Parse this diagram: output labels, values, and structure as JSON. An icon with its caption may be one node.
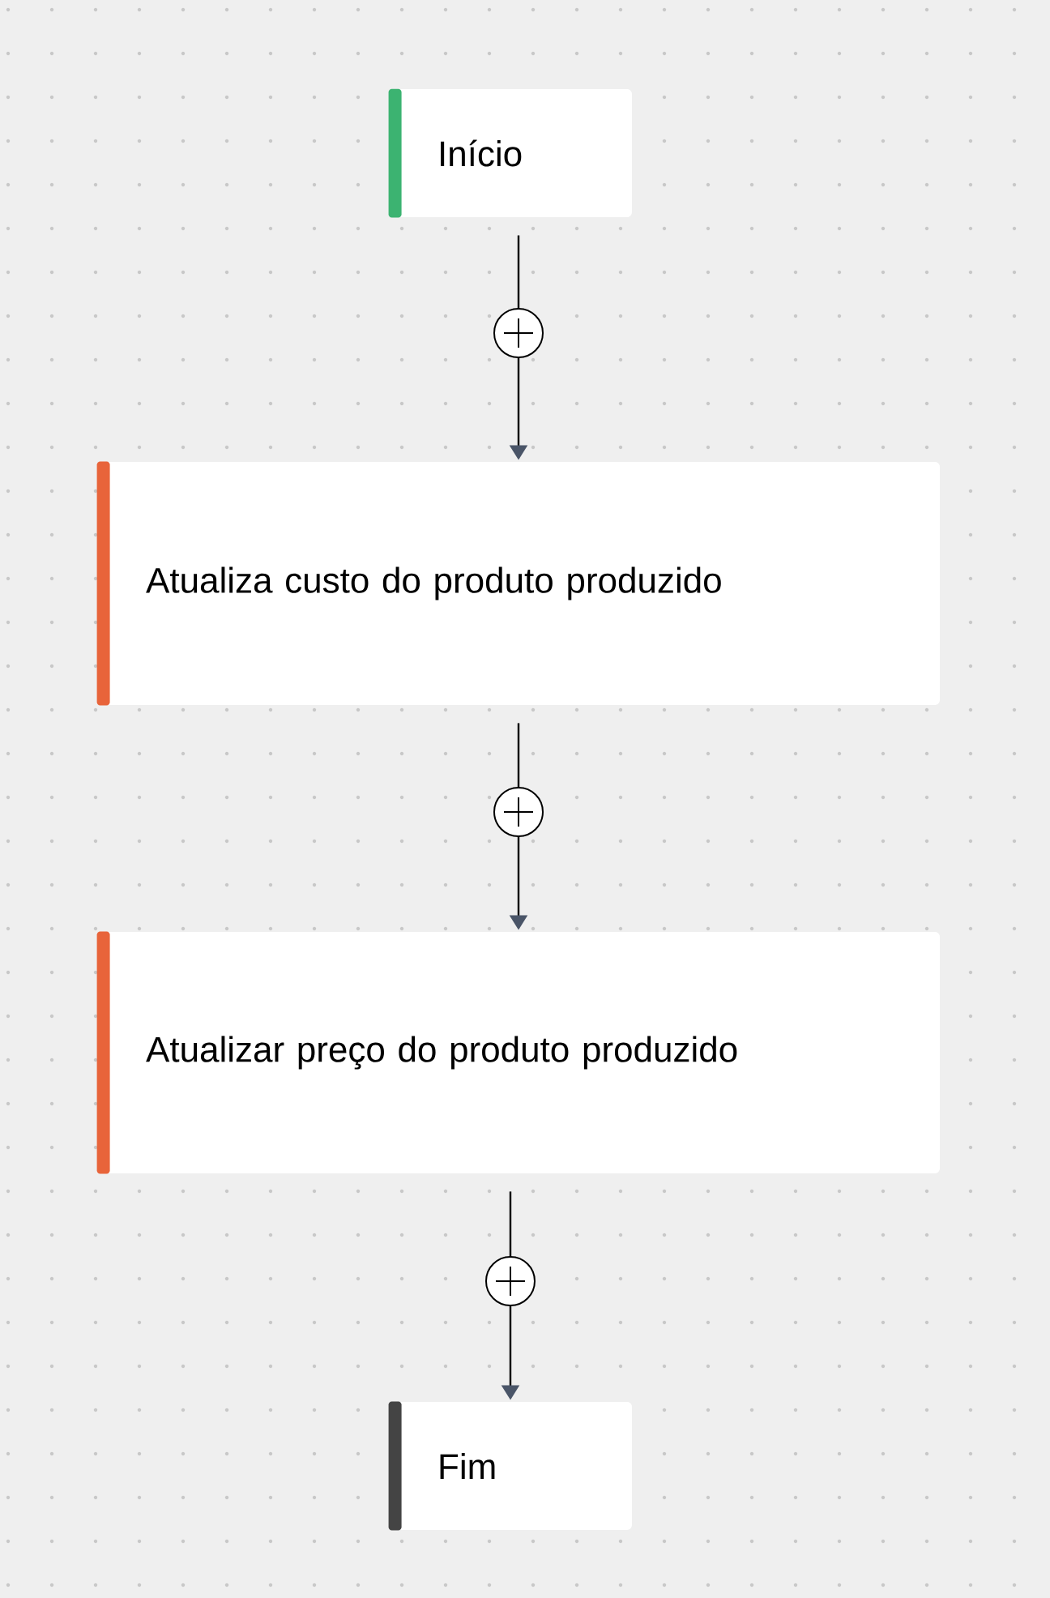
{
  "diagram": {
    "nodes": [
      {
        "text": [
          "Início"
        ]
      },
      {
        "text": [
          "Atualiza custo do produto produzido"
        ]
      },
      {
        "text": [
          "Atualizar preço do produto produzido"
        ]
      },
      {
        "text": [
          "Fim"
        ]
      }
    ],
    "edges": [
      {
        "from": 0,
        "to": 1,
        "arrow": "to"
      },
      {
        "from": 1,
        "to": 2,
        "arrow": "to"
      },
      {
        "from": 2,
        "to": 3,
        "arrow": "to"
      }
    ]
  }
}
